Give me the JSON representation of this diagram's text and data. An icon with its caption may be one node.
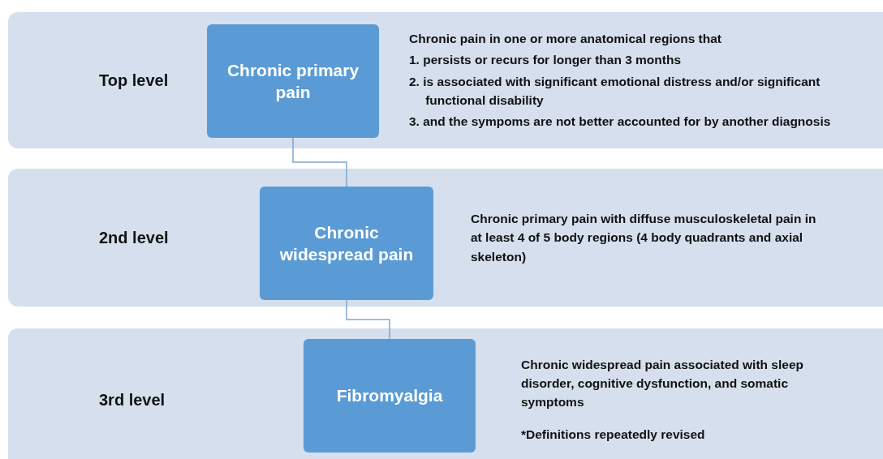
{
  "diagram": {
    "nodes": [
      {
        "text": [
          "Top level",
          "Chronic pain in one or more anatomical regions that",
          "1. persists or recurs for longer than 3 months",
          "2. is associated with significant emotional distress and/or significant functional disability",
          "3. and the sympoms are not better accounted for by another diagnosis"
        ]
      },
      {
        "text": [
          "Chronic primary pain"
        ],
        "in": 0
      },
      {
        "text": [
          "2nd level",
          "Chronic primary pain with diffuse musculoskeletal pain in at least 4 of 5 body regions (4 body quadrants and axial skeleton)"
        ]
      },
      {
        "text": [
          "Chronic widespread pain"
        ],
        "in": 2
      },
      {
        "text": [
          "3rd level",
          "Chronic widespread pain associated with sleep disorder, cognitive dysfunction, and somatic symptoms",
          "*Definitions repeatedly revised"
        ]
      },
      {
        "text": [
          "Fibromyalgia"
        ],
        "in": 4
      }
    ],
    "edges": [
      {
        "from": 1,
        "to": 3,
        "arrow": "none"
      },
      {
        "from": 3,
        "to": 5,
        "arrow": "none"
      }
    ]
  }
}
